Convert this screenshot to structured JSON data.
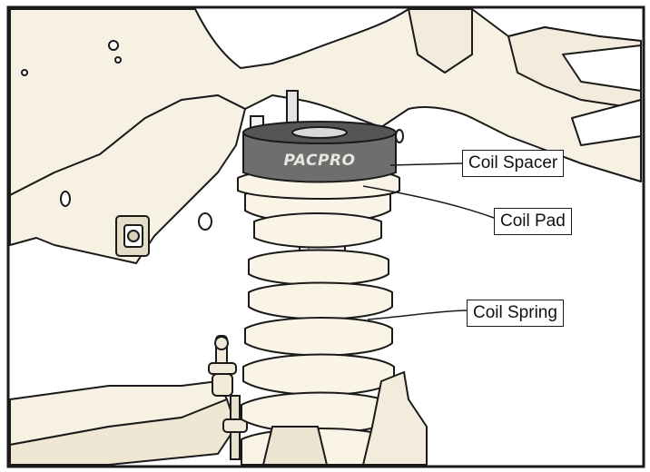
{
  "diagram": {
    "brand_logo_text": "PACPRO",
    "labels": {
      "coil_spacer": "Coil Spacer",
      "coil_pad": "Coil Pad",
      "coil_spring": "Coil Spring"
    },
    "colors": {
      "frame_fill": "#f7f1e3",
      "outline": "#1a1a1a",
      "spacer_fill": "#6e6e6e",
      "spring_fill": "#f9f4e6",
      "shaft_fill": "#e4e4e4"
    }
  }
}
